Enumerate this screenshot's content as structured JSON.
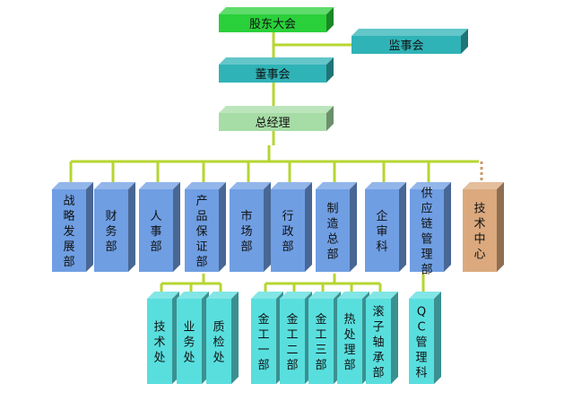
{
  "diagram": {
    "top": [
      {
        "id": "shareholders",
        "label": "股东大会",
        "color": "#2ad03a"
      },
      {
        "id": "supervisors",
        "label": "监事会",
        "color": "#2fb3b7"
      },
      {
        "id": "board",
        "label": "董事会",
        "color": "#2fb3b7"
      },
      {
        "id": "gm",
        "label": "总经理",
        "color": "#a6dca6"
      }
    ],
    "departments": [
      {
        "id": "strategy",
        "label": "战略发展部",
        "color": "#6f9ee3"
      },
      {
        "id": "finance",
        "label": "财务部",
        "color": "#6f9ee3"
      },
      {
        "id": "hr",
        "label": "人事部",
        "color": "#6f9ee3"
      },
      {
        "id": "qa",
        "label": "产品保证部",
        "color": "#6f9ee3"
      },
      {
        "id": "marketing",
        "label": "市场部",
        "color": "#6f9ee3"
      },
      {
        "id": "admin",
        "label": "行政部",
        "color": "#6f9ee3"
      },
      {
        "id": "mfg",
        "label": "制造总部",
        "color": "#6f9ee3"
      },
      {
        "id": "audit",
        "label": "企审科",
        "color": "#6f9ee3"
      },
      {
        "id": "scm",
        "label": "供应链管理部",
        "color": "#6f9ee3"
      },
      {
        "id": "tech",
        "label": "技术中心",
        "color": "#dba97d"
      }
    ],
    "qa_subunits": [
      {
        "id": "qa-tech",
        "label": "技术处"
      },
      {
        "id": "qa-biz",
        "label": "业务处"
      },
      {
        "id": "qa-insp",
        "label": "质检处"
      }
    ],
    "mfg_subunits": [
      {
        "id": "metal-1",
        "label": "金工一部"
      },
      {
        "id": "metal-2",
        "label": "金工二部"
      },
      {
        "id": "metal-3",
        "label": "金工三部"
      },
      {
        "id": "heat",
        "label": "热处理部"
      },
      {
        "id": "roller",
        "label": "滚子轴承部"
      }
    ],
    "scm_subunits": [
      {
        "id": "qc",
        "label": "QC管理科"
      }
    ],
    "colors": {
      "connector": "#b5d630",
      "subunit": "#59dede",
      "dotted_connector": "#c79a6a"
    }
  }
}
